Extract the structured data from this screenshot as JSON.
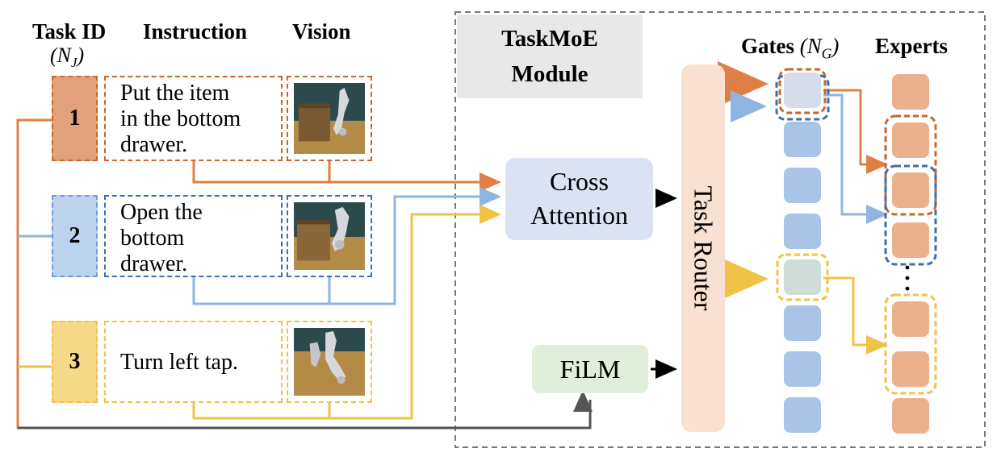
{
  "headers": {
    "task_id": "Task ID",
    "task_id_symbol": "(N_J)",
    "instruction": "Instruction",
    "vision": "Vision",
    "gates": "Gates",
    "gates_symbol": "(N_G)",
    "experts": "Experts"
  },
  "tasks": [
    {
      "id": "1",
      "instruction": "Put the item\nin the bottom\ndrawer.",
      "color": "#e07f45",
      "fill": "#e3a07c"
    },
    {
      "id": "2",
      "instruction": "Open the\nbottom\ndrawer.",
      "color": "#6f9fd6",
      "fill": "#bcd2ee"
    },
    {
      "id": "3",
      "instruction": "Turn left tap.",
      "color": "#f0c246",
      "fill": "#f7d98a"
    }
  ],
  "module": {
    "title": "TaskMoE\nModule",
    "cross_attention": "Cross\nAttention",
    "film": "FiLM",
    "router": "Task Router"
  },
  "colors": {
    "orange": "#e07f45",
    "blue": "#6f9fd6",
    "dark_blue": "#3f6ea8",
    "yellow": "#f0c246",
    "gate": "#a9c4e6",
    "expert": "#ebb08c",
    "router": "#f8e0d2",
    "cross_attention": "#dbe3f3",
    "film": "#e1eedb"
  }
}
